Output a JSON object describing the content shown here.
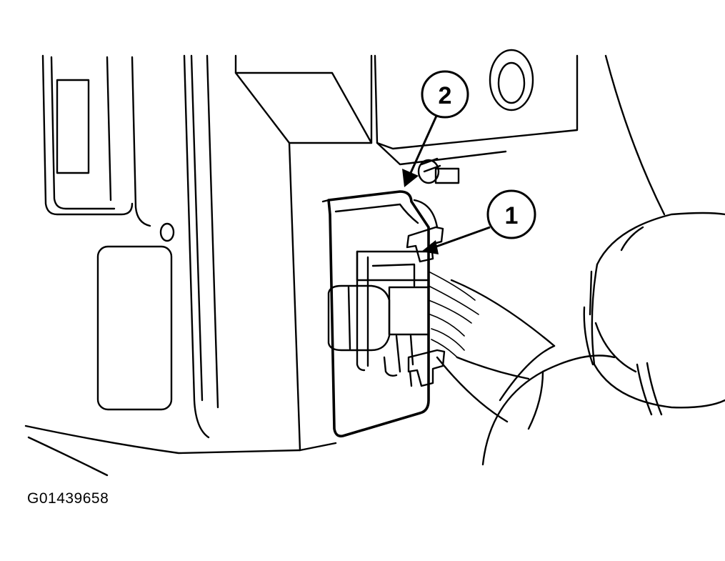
{
  "figure": {
    "id_label": "G01439658",
    "callouts": [
      {
        "number": "1",
        "target": "connector-locking-tab"
      },
      {
        "number": "2",
        "target": "module-connector"
      }
    ],
    "colors": {
      "line": "#000000",
      "background": "#ffffff"
    }
  }
}
